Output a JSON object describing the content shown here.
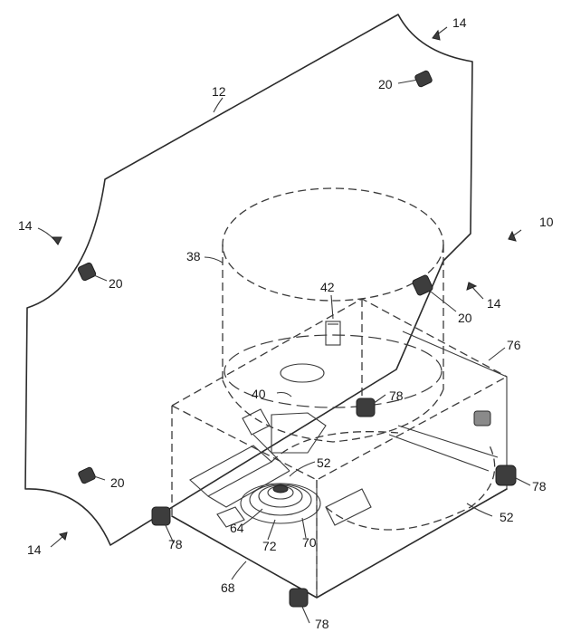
{
  "labels": {
    "l14_top": "14",
    "l20_top": "20",
    "l12": "12",
    "l10": "10",
    "l14_left": "14",
    "l38": "38",
    "l20_left": "20",
    "l42": "42",
    "l14_right": "14",
    "l20_right": "20",
    "l76": "76",
    "l40": "40",
    "l78_mid": "78",
    "l52_mid": "52",
    "l20_lower": "20",
    "l78_right": "78",
    "l52_right": "52",
    "l64": "64",
    "l72": "72",
    "l70": "70",
    "l14_bottom": "14",
    "l78_left": "78",
    "l68": "68",
    "l78_bottom": "78"
  }
}
